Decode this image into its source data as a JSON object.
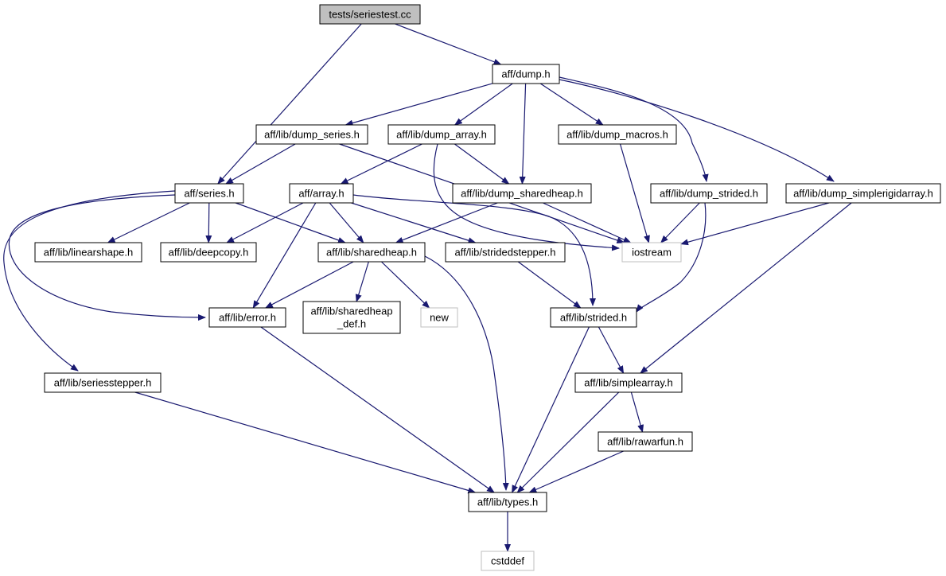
{
  "graph": {
    "nodes": [
      {
        "id": "seriestest",
        "label": "tests/seriestest.cc",
        "kind": "root"
      },
      {
        "id": "dump",
        "label": "aff/dump.h",
        "kind": "file"
      },
      {
        "id": "dump_series",
        "label": "aff/lib/dump_series.h",
        "kind": "file"
      },
      {
        "id": "dump_array",
        "label": "aff/lib/dump_array.h",
        "kind": "file"
      },
      {
        "id": "dump_macros",
        "label": "aff/lib/dump_macros.h",
        "kind": "file"
      },
      {
        "id": "series",
        "label": "aff/series.h",
        "kind": "file"
      },
      {
        "id": "array",
        "label": "aff/array.h",
        "kind": "file"
      },
      {
        "id": "dump_sharedheap",
        "label": "aff/lib/dump_sharedheap.h",
        "kind": "file"
      },
      {
        "id": "dump_strided",
        "label": "aff/lib/dump_strided.h",
        "kind": "file"
      },
      {
        "id": "dump_simplerigidarray",
        "label": "aff/lib/dump_simplerigidarray.h",
        "kind": "file"
      },
      {
        "id": "linearshape",
        "label": "aff/lib/linearshape.h",
        "kind": "file"
      },
      {
        "id": "deepcopy",
        "label": "aff/lib/deepcopy.h",
        "kind": "file"
      },
      {
        "id": "sharedheap",
        "label": "aff/lib/sharedheap.h",
        "kind": "file"
      },
      {
        "id": "stridedstepper",
        "label": "aff/lib/stridedstepper.h",
        "kind": "file"
      },
      {
        "id": "iostream",
        "label": "iostream",
        "kind": "external"
      },
      {
        "id": "error",
        "label": "aff/lib/error.h",
        "kind": "file"
      },
      {
        "id": "sharedheap_def",
        "label": "aff/lib/sharedheap\n_def.h",
        "kind": "file"
      },
      {
        "id": "new",
        "label": "new",
        "kind": "external"
      },
      {
        "id": "strided",
        "label": "aff/lib/strided.h",
        "kind": "file"
      },
      {
        "id": "seriesstepper",
        "label": "aff/lib/seriesstepper.h",
        "kind": "file"
      },
      {
        "id": "simplearray",
        "label": "aff/lib/simplearray.h",
        "kind": "file"
      },
      {
        "id": "rawarfun",
        "label": "aff/lib/rawarfun.h",
        "kind": "file"
      },
      {
        "id": "types",
        "label": "aff/lib/types.h",
        "kind": "file"
      },
      {
        "id": "cstddef",
        "label": "cstddef",
        "kind": "external"
      }
    ],
    "edges": [
      [
        "seriestest",
        "dump"
      ],
      [
        "seriestest",
        "series"
      ],
      [
        "dump",
        "dump_series"
      ],
      [
        "dump",
        "dump_array"
      ],
      [
        "dump",
        "dump_sharedheap"
      ],
      [
        "dump",
        "dump_macros"
      ],
      [
        "dump",
        "dump_strided"
      ],
      [
        "dump",
        "dump_simplerigidarray"
      ],
      [
        "dump_series",
        "series"
      ],
      [
        "dump_series",
        "iostream"
      ],
      [
        "dump_array",
        "array"
      ],
      [
        "dump_array",
        "dump_sharedheap"
      ],
      [
        "dump_array",
        "iostream"
      ],
      [
        "dump_macros",
        "iostream"
      ],
      [
        "dump_sharedheap",
        "sharedheap"
      ],
      [
        "dump_sharedheap",
        "iostream"
      ],
      [
        "dump_strided",
        "iostream"
      ],
      [
        "dump_strided",
        "strided"
      ],
      [
        "dump_simplerigidarray",
        "iostream"
      ],
      [
        "dump_simplerigidarray",
        "simplearray"
      ],
      [
        "series",
        "linearshape"
      ],
      [
        "series",
        "deepcopy"
      ],
      [
        "series",
        "sharedheap"
      ],
      [
        "series",
        "error"
      ],
      [
        "series",
        "seriesstepper"
      ],
      [
        "array",
        "deepcopy"
      ],
      [
        "array",
        "sharedheap"
      ],
      [
        "array",
        "stridedstepper"
      ],
      [
        "array",
        "error"
      ],
      [
        "array",
        "strided"
      ],
      [
        "sharedheap",
        "error"
      ],
      [
        "sharedheap",
        "sharedheap_def"
      ],
      [
        "sharedheap",
        "new"
      ],
      [
        "sharedheap",
        "types"
      ],
      [
        "stridedstepper",
        "strided"
      ],
      [
        "error",
        "types"
      ],
      [
        "strided",
        "simplearray"
      ],
      [
        "strided",
        "types"
      ],
      [
        "seriesstepper",
        "types"
      ],
      [
        "simplearray",
        "rawarfun"
      ],
      [
        "simplearray",
        "types"
      ],
      [
        "rawarfun",
        "types"
      ],
      [
        "types",
        "cstddef"
      ]
    ]
  },
  "colors": {
    "edge": "#191970",
    "node_border": "#000000",
    "root_fill": "#bfbfbf",
    "external_border": "#bfbfbf"
  }
}
